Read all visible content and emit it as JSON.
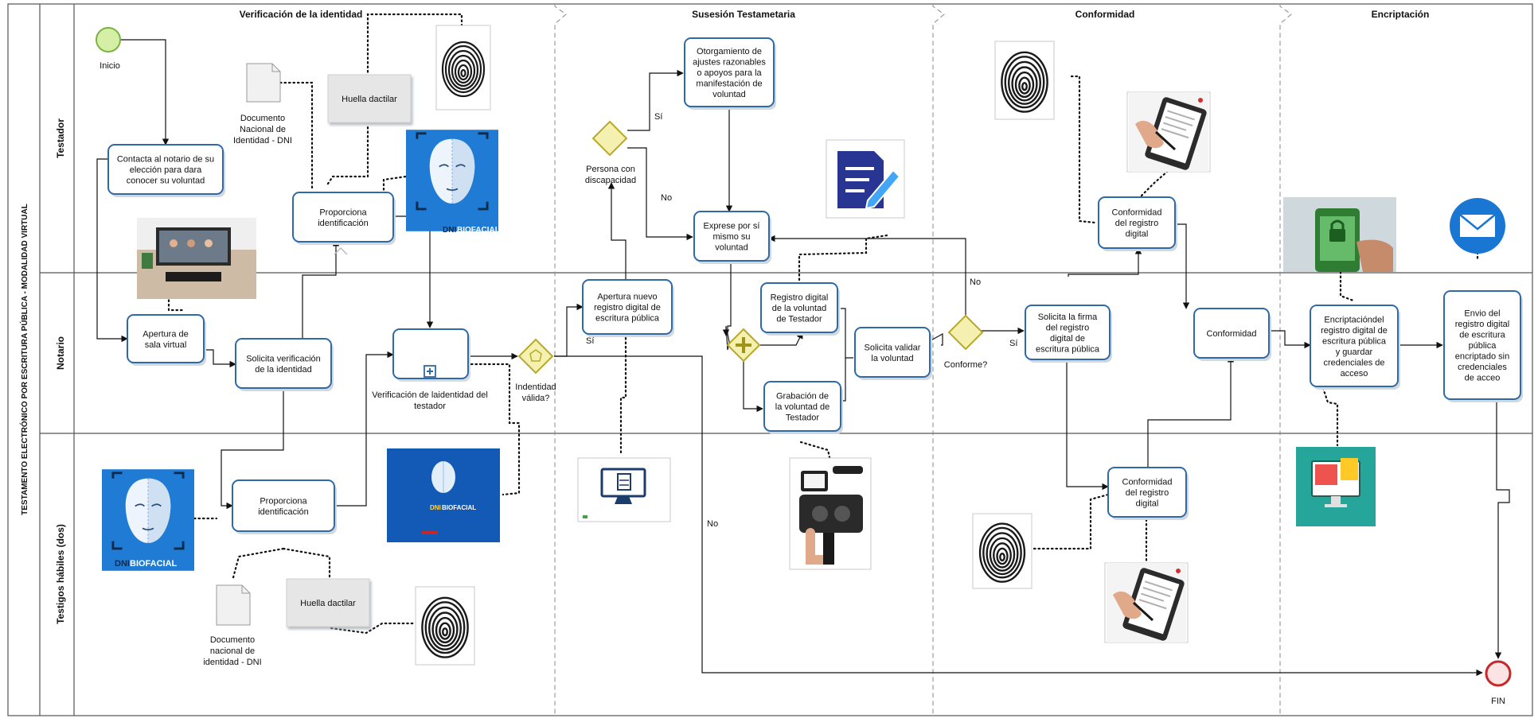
{
  "pool_title": "TESTAMENTO ELECTRÓNICO POR ESCRITURA PÚBLICA - MODALIDAD VIRTUAL",
  "lanes": {
    "testador": "Testador",
    "notario": "Notario",
    "testigos": "Testigos hábiles (dos)"
  },
  "phases": {
    "verificacion": "Verificación de la identidad",
    "sucesion": "Susesión Testametaria",
    "conformidad": "Conformidad",
    "encriptacion": "Encriptación"
  },
  "events": {
    "start": "Inicio",
    "end": "FIN"
  },
  "tasks": {
    "contacta": [
      "Contacta al notario de su",
      "elección para dara",
      "conocer su voluntad"
    ],
    "apertura_sala": [
      "Apertura de",
      "sala virtual"
    ],
    "solicita_verif": [
      "Solicita verificación",
      "de la identidad"
    ],
    "proporciona_testador": [
      "Proporciona",
      "identificación"
    ],
    "proporciona_testigos": [
      "Proporciona",
      "identificación"
    ],
    "otorgamiento": [
      "Otorgamiento de",
      "ajustes razonables",
      "o apoyos para la",
      "manifestación de",
      "voluntad"
    ],
    "expresa": [
      "Exprese por sí",
      "mismo su",
      "voluntad"
    ],
    "apertura_registro": [
      "Apertura nuevo",
      "registro digital de",
      "escritura pública"
    ],
    "registro_voluntad": [
      "Registro digital",
      "de  la voluntad",
      "de Testador"
    ],
    "grabacion": [
      "Grabación de",
      "la voluntad de",
      "Testador"
    ],
    "solicita_validar": [
      "Solicita validar",
      "la voluntad"
    ],
    "conformidad_testador": [
      "Conformidad",
      "del registro",
      "digital"
    ],
    "solicita_firma": [
      "Solicita la firma",
      "del  registro",
      "digital de",
      "escritura pública"
    ],
    "conformidad_notario": [
      "Conformidad"
    ],
    "conformidad_testigos": [
      "Conformidad",
      "del registro",
      "digital"
    ],
    "encriptacion": [
      "Encriptacióndel",
      "registro digital de",
      "escritura pública",
      "y guardar",
      "credenciales de",
      "acceso"
    ],
    "envio": [
      "Envio del",
      "registro digital",
      "de escritura",
      "pública",
      "encriptado sin",
      "credenciales",
      "de acceo"
    ]
  },
  "subprocess": {
    "label": [
      "Verificación de laidentidad del",
      "testador"
    ]
  },
  "gateways": {
    "discapacidad": [
      "Persona con",
      "discapacidad"
    ],
    "identidad": [
      "Indentidad",
      "válida?"
    ],
    "conforme": [
      "Conforme?"
    ]
  },
  "flow_labels": {
    "si": "Sí",
    "no": "No"
  },
  "artifacts": {
    "doc_testador": [
      "Documento",
      "Nacional de",
      "Identidad - DNI"
    ],
    "doc_testigos": [
      "Documento",
      "nacional de",
      "identidad - DNI"
    ],
    "huella": "Huella dactilar",
    "dni_biofacial_dni": "DNI",
    "dni_biofacial_bio": "BIOFACIAL"
  },
  "colors": {
    "task_border": "#2e6aa7",
    "start_fill": "#d5f0a6",
    "start_stroke": "#7cb342",
    "end_fill": "#fce4e4",
    "end_stroke": "#c62828",
    "gateway_fill": "#f4f0b0",
    "gateway_stroke": "#b7a92a",
    "biofacial_blue": "#1f7bd4",
    "email_blue": "#1976d2"
  }
}
